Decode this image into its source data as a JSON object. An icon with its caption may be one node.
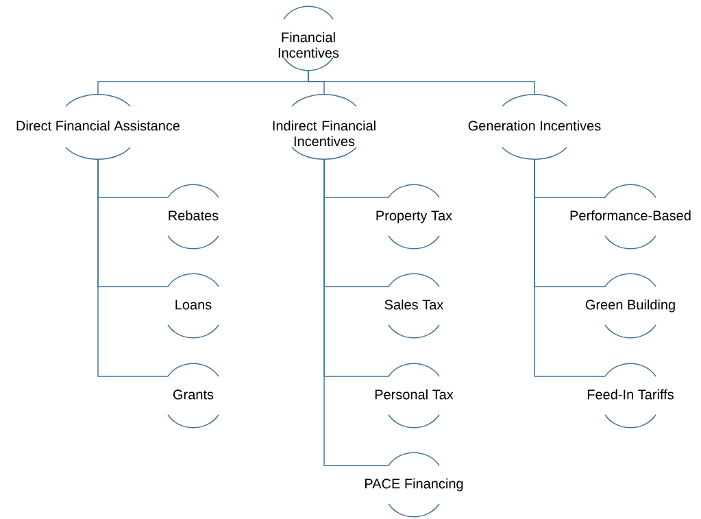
{
  "diagram": {
    "nodes": [
      {
        "text": [
          "Financial Incentives"
        ]
      },
      {
        "text": [
          "Direct Financial Assistance"
        ]
      },
      {
        "text": [
          "Indirect Financial Incentives"
        ]
      },
      {
        "text": [
          "Generation Incentives"
        ]
      },
      {
        "text": [
          "Rebates"
        ]
      },
      {
        "text": [
          "Loans"
        ]
      },
      {
        "text": [
          "Grants"
        ]
      },
      {
        "text": [
          "Property Tax"
        ]
      },
      {
        "text": [
          "Sales Tax"
        ]
      },
      {
        "text": [
          "Personal Tax"
        ]
      },
      {
        "text": [
          "PACE Financing"
        ]
      },
      {
        "text": [
          "Performance-Based"
        ]
      },
      {
        "text": [
          "Green Building"
        ]
      },
      {
        "text": [
          "Feed-In Tariffs"
        ]
      }
    ],
    "edges": [
      {
        "from": 0,
        "to": 1,
        "arrow": "none"
      },
      {
        "from": 0,
        "to": 2,
        "arrow": "none"
      },
      {
        "from": 0,
        "to": 3,
        "arrow": "none"
      },
      {
        "from": 1,
        "to": 4,
        "arrow": "none"
      },
      {
        "from": 1,
        "to": 5,
        "arrow": "none"
      },
      {
        "from": 1,
        "to": 6,
        "arrow": "none"
      },
      {
        "from": 2,
        "to": 7,
        "arrow": "none"
      },
      {
        "from": 2,
        "to": 8,
        "arrow": "none"
      },
      {
        "from": 2,
        "to": 9,
        "arrow": "none"
      },
      {
        "from": 2,
        "to": 10,
        "arrow": "none"
      },
      {
        "from": 3,
        "to": 11,
        "arrow": "none"
      },
      {
        "from": 3,
        "to": 12,
        "arrow": "none"
      },
      {
        "from": 3,
        "to": 13,
        "arrow": "none"
      }
    ]
  }
}
